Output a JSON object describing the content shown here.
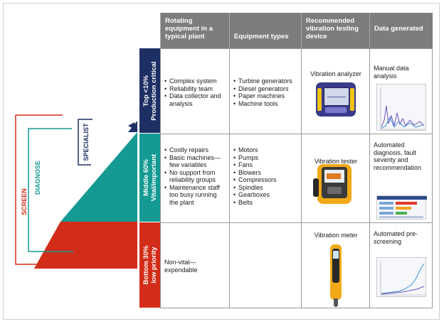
{
  "headers": {
    "rotating": "Rotating equipment in a typical plant",
    "equipment": "Equipment types",
    "device": "Recommended vibration testing device",
    "data": "Data generated"
  },
  "tiers": [
    {
      "label_line1": "Top <10%",
      "label_line2": "Production critical",
      "color": "#1d2f63",
      "characteristics": [
        "Complex system",
        "Reliability team",
        "Data collector and analysis"
      ],
      "equipment": [
        "Turbine generators",
        "Diesel generators",
        "Paper machines",
        "Machine tools"
      ],
      "device": "Vibration analyzer",
      "device_icon": "vibration-analyzer-icon",
      "data_generated": "Manual data analysis"
    },
    {
      "label_line1": "Middle 60%",
      "label_line2": "Vital/important",
      "color": "#149a92",
      "characteristics": [
        "Costly repairs",
        "Basic machines—few variables",
        "No support from reliability groups",
        "Maintenance staff too busy running the plant"
      ],
      "equipment": [
        "Motors",
        "Pumps",
        "Fans",
        "Blowers",
        "Compressors",
        "Spindles",
        "Gearboxes",
        "Belts"
      ],
      "device": "Vibration tester",
      "device_icon": "vibration-tester-icon",
      "data_generated": "Automated diagnosis, fault severity and recommendation"
    },
    {
      "label_line1": "Bottom 30%",
      "label_line2": "low priority",
      "color": "#d32d1a",
      "characteristics_text": "Non-vital—expendable",
      "equipment": [],
      "device": "Vibration meter",
      "device_icon": "vibration-meter-icon",
      "data_generated": "Automated pre-screening"
    }
  ],
  "pyramid": {
    "specialist": "SPECIALIST",
    "diagnose": "DIAGNOSE",
    "screen": "SCREEN"
  },
  "colors": {
    "navy": "#1d2f63",
    "teal": "#149a92",
    "red": "#d32d1a",
    "header_gray": "#7d7d7d"
  }
}
